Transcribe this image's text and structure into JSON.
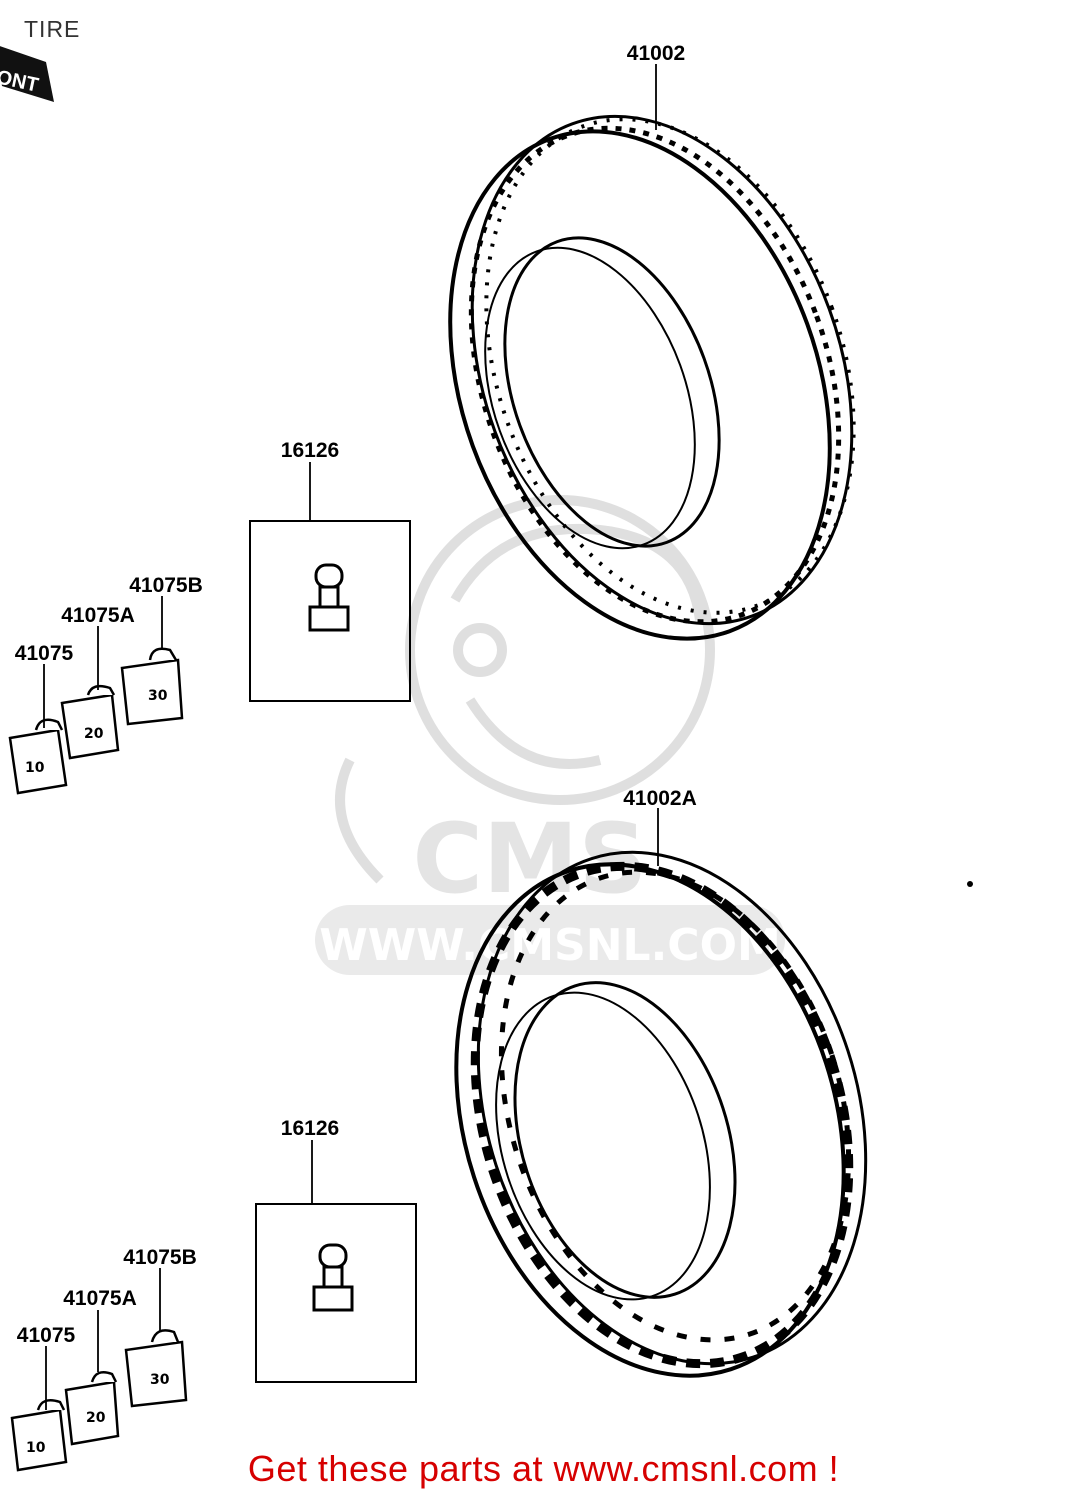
{
  "header": {
    "title": "TIRE"
  },
  "front_badge": {
    "label": "FRONT"
  },
  "watermark": {
    "brand": "CMS",
    "site": "WWW.CMSNL.COM"
  },
  "parts": {
    "tire_front": "41002",
    "tire_rear": "41002A",
    "valve_1": "16126",
    "valve_2": "16126",
    "weight_a_1": "41075",
    "weight_b_1": "41075A",
    "weight_c_1": "41075B",
    "weight_a_2": "41075",
    "weight_b_2": "41075A",
    "weight_c_2": "41075B"
  },
  "weight_markings": {
    "w10": "10",
    "w20": "20",
    "w30": "30"
  },
  "footer": {
    "banner": "Get these parts at www.cmsnl.com !"
  }
}
